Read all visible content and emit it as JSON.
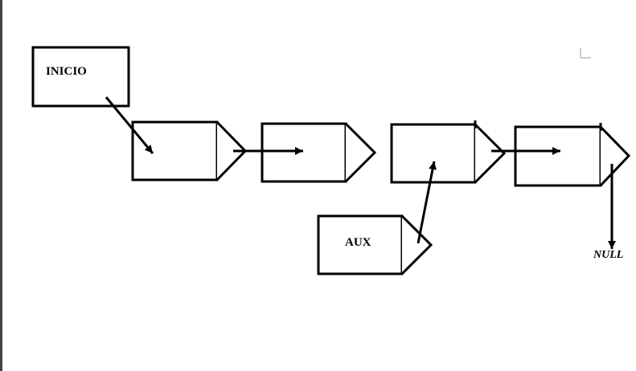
{
  "diagram": {
    "inicio_label": "INICIO",
    "aux_label": "AUX",
    "null_label": "NULL"
  },
  "colors": {
    "stroke": "#000000",
    "background": "#ffffff"
  }
}
